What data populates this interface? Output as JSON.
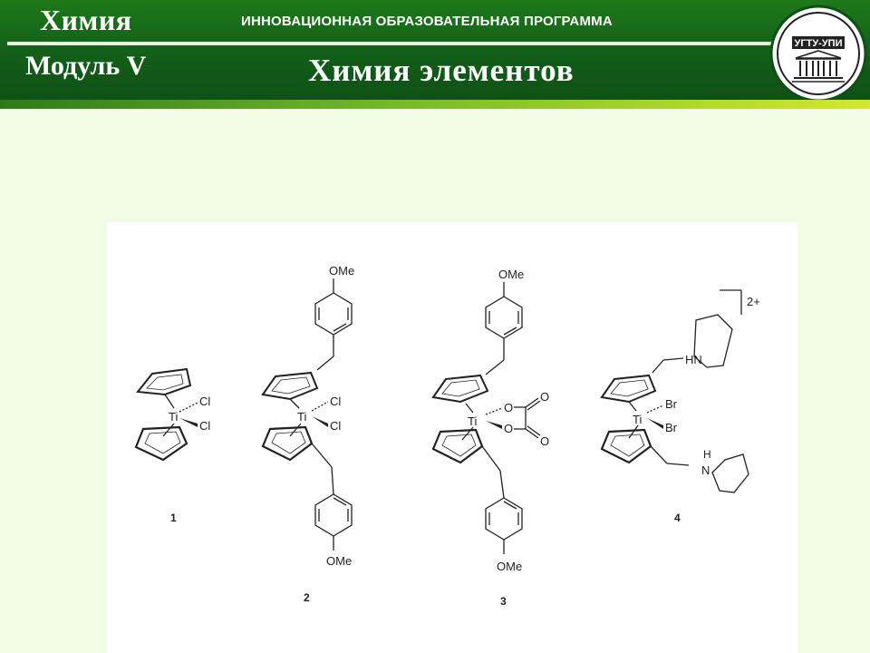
{
  "header": {
    "subject": "Химия",
    "module": "Модуль V",
    "program": "ИННОВАЦИОННАЯ ОБРАЗОВАТЕЛЬНАЯ ПРОГРАММА",
    "course_title": "Химия элементов",
    "logo_text": "УГТУ-УПИ"
  },
  "colors": {
    "header_green": "#14601a",
    "header_accent": "#76b82a",
    "background": "#f1fbe6"
  },
  "figure": {
    "compounds": [
      {
        "number": "1",
        "metal": "Ti",
        "ligands": [
          "Cl",
          "Cl"
        ]
      },
      {
        "number": "2",
        "metal": "Ti",
        "ligands": [
          "Cl",
          "Cl"
        ],
        "substituents": [
          "OMe",
          "OMe"
        ]
      },
      {
        "number": "3",
        "metal": "Ti",
        "ligands": [
          "O",
          "O",
          "O",
          "O"
        ],
        "substituents": [
          "OMe",
          "OMe"
        ]
      },
      {
        "number": "4",
        "metal": "Ti",
        "ligands": [
          "Br",
          "Br"
        ],
        "amines": [
          "HN",
          "N",
          "H"
        ],
        "charge": "2+"
      }
    ]
  }
}
